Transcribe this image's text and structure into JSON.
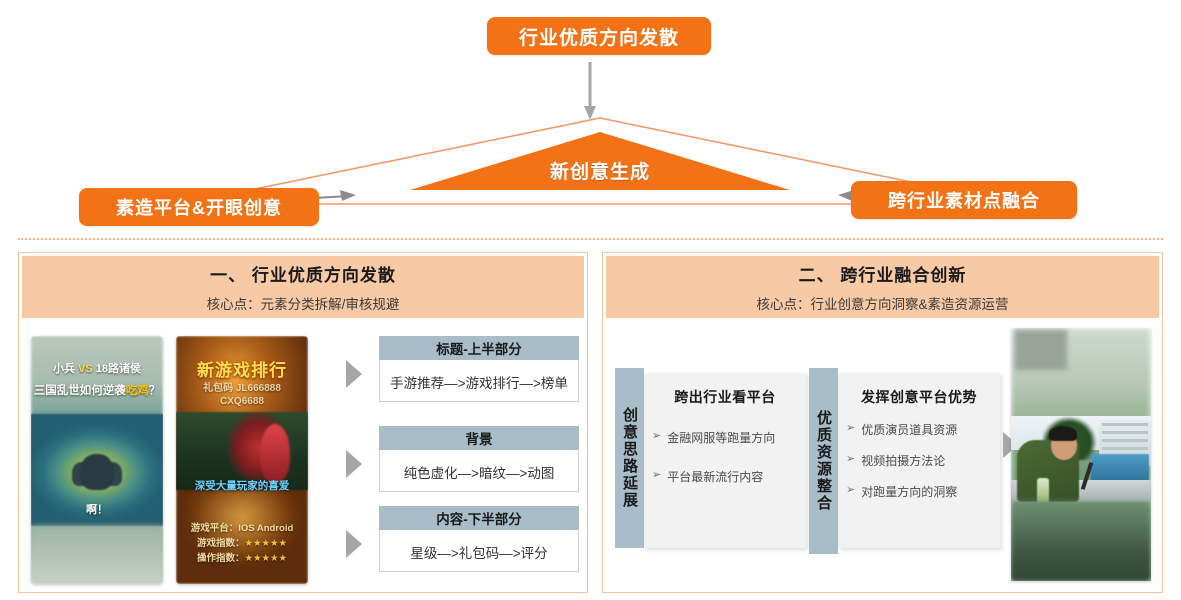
{
  "diagram": {
    "top_pill": "行业优质方向发散",
    "left_pill": "素造平台&开眼创意",
    "right_pill": "跨行业素材点融合",
    "center_label": "新创意生成",
    "accent_color": "#F47216",
    "triangle_outline_color": "#F4996A",
    "arrow_color": "#A6A6A6"
  },
  "panels": [
    {
      "title": "一、 行业优质方向发散",
      "subtitle": "核心点：元素分类拆解/审核规避",
      "header_bg": "#F7C9A4",
      "shots": [
        {
          "name": "pubg-ad-creative",
          "line1_a": "小兵 ",
          "line1_vs": "VS",
          "line1_b": " 18路诸侯",
          "line2_a": "三国乱世如何逆袭",
          "line2_hl": "吃鸡",
          "line2_b": "？",
          "caption": "啊！"
        },
        {
          "name": "game-ranking-ad-creative",
          "title": "新游戏排行",
          "code": "礼包码 JL666888\nCXQ6688",
          "mid_text": "深受大量玩家的喜爱",
          "footer_platform": "游戏平台：IOS Android",
          "footer_line2_label": "游戏指数：",
          "footer_line2_stars": "★★★★★",
          "footer_line3_label": "操作指数：",
          "footer_line3_stars": "★★★★★"
        }
      ],
      "flow": [
        {
          "head": "标题-上半部分",
          "body": "手游推荐—>游戏排行—>榜单"
        },
        {
          "head": "背景",
          "body": "纯色虚化—>暗纹—>动图"
        },
        {
          "head": "内容-下半部分",
          "body": "星级—>礼包码—>评分"
        }
      ]
    },
    {
      "title": "二、 跨行业融合创新",
      "subtitle": "核心点：行业创意方向洞察&素造资源运营",
      "header_bg": "#F7C9A4",
      "vtabs": [
        "创意思路延展",
        "优质资源整合"
      ],
      "boxes": [
        {
          "title": "跨出行业看平台",
          "items": [
            "金融网服等跑量方向",
            "平台最新流行内容"
          ]
        },
        {
          "title": "发挥创意平台优势",
          "items": [
            "优质演员道具资源",
            "视频拍摄方法论",
            "对跑量方向的洞察"
          ]
        }
      ],
      "photo_name": "street-interview-photo"
    }
  ],
  "bullet_glyph": "➢"
}
